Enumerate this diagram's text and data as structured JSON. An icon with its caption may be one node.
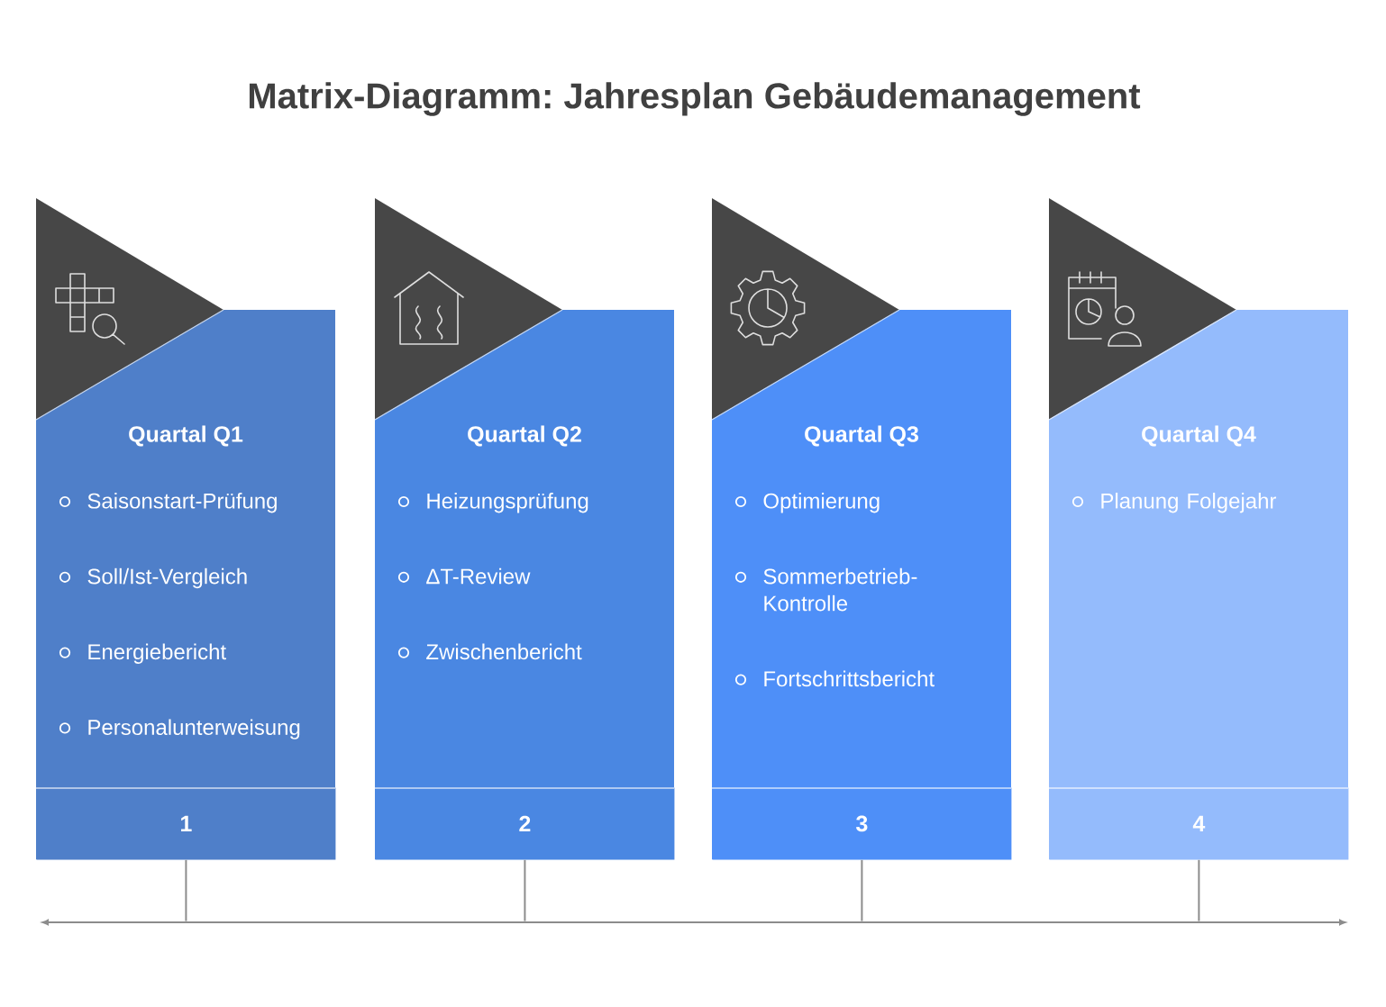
{
  "diagram": {
    "title": "Matrix-Diagramm: Jahresplan Gebäudemanagement",
    "nodes": [
      {
        "text": [
          "Quartal Q1",
          "Saisonstart-Prüfung",
          "Soll/Ist-Vergleich",
          "Energiebericht",
          "Personalunterweisung"
        ]
      },
      {
        "text": [
          "1"
        ],
        "in": 0
      },
      {
        "text": [
          "Quartal Q2",
          "Heizungsprüfung",
          "ΔT-Review",
          "Zwischenbericht"
        ]
      },
      {
        "text": [
          "2"
        ],
        "in": 2
      },
      {
        "text": [
          "Quartal Q3",
          "Optimierung",
          "Sommerbetrieb-Kontrolle",
          "Fortschrittsbericht"
        ]
      },
      {
        "text": [
          "3"
        ],
        "in": 4
      },
      {
        "text": [
          "Quartal Q4",
          "Planung Folgejahr"
        ]
      },
      {
        "text": [
          "4"
        ],
        "in": 6
      },
      {
        "text": [],
        "shape": "bar"
      }
    ],
    "edges": [
      {
        "from": 1,
        "to": 8,
        "arrow": "none"
      },
      {
        "from": 3,
        "to": 8,
        "arrow": "none"
      },
      {
        "from": 5,
        "to": 8,
        "arrow": "none"
      },
      {
        "from": 7,
        "to": 8,
        "arrow": "none"
      }
    ]
  }
}
